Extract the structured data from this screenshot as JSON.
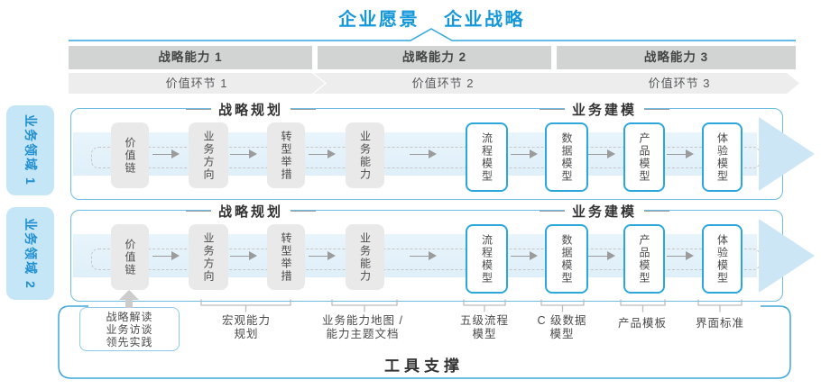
{
  "title": {
    "vision": "企业愿景",
    "strategy": "企业战略"
  },
  "capability_bars": [
    "战略能力 1",
    "战略能力 2",
    "战略能力 3"
  ],
  "value_chain": [
    "价值环节 1",
    "价值环节 2",
    "价值环节 3"
  ],
  "domains": [
    "业务领域 1",
    "业务领域 2"
  ],
  "flow": {
    "section_headers": [
      "战略规划",
      "业务建模"
    ],
    "boxes": [
      {
        "label": "价值链",
        "style": "gray"
      },
      {
        "label": "业务方向",
        "style": "gray"
      },
      {
        "label": "转型举措",
        "style": "gray"
      },
      {
        "label": "业务能力",
        "style": "gray"
      },
      {
        "label": "流程模型",
        "style": "blue"
      },
      {
        "label": "数据模型",
        "style": "blue"
      },
      {
        "label": "产品模型",
        "style": "blue"
      },
      {
        "label": "体验模型",
        "style": "blue"
      }
    ]
  },
  "annotations": [
    {
      "lines": [
        "战略解读",
        "业务访谈",
        "领先实践"
      ],
      "boxed": true
    },
    {
      "lines": [
        "宏观能力",
        "规划"
      ]
    },
    {
      "lines": [
        "业务能力地图 /",
        "能力主题文档"
      ]
    },
    {
      "lines": [
        "五级流程",
        "模型"
      ]
    },
    {
      "lines": [
        "C 级数据",
        "模型"
      ]
    },
    {
      "lines": [
        "产品模板"
      ]
    },
    {
      "lines": [
        "界面标准"
      ]
    }
  ],
  "footer": {
    "label": "工具支撑"
  },
  "colors": {
    "accent_blue": "#1598D9",
    "box_border_blue": "#2BA7DC",
    "container_border_blue": "#6CBCE4",
    "light_blue_fill": "#C5E6F7",
    "band_blue": "#E5F1FA",
    "arrowhead_blue": "#CDE6F6",
    "bar_gray": "#D2D3D3",
    "chevron_gray": "#EDEDED",
    "box_gray": "#E9E9EA",
    "text_dark": "#4A4A4A"
  }
}
